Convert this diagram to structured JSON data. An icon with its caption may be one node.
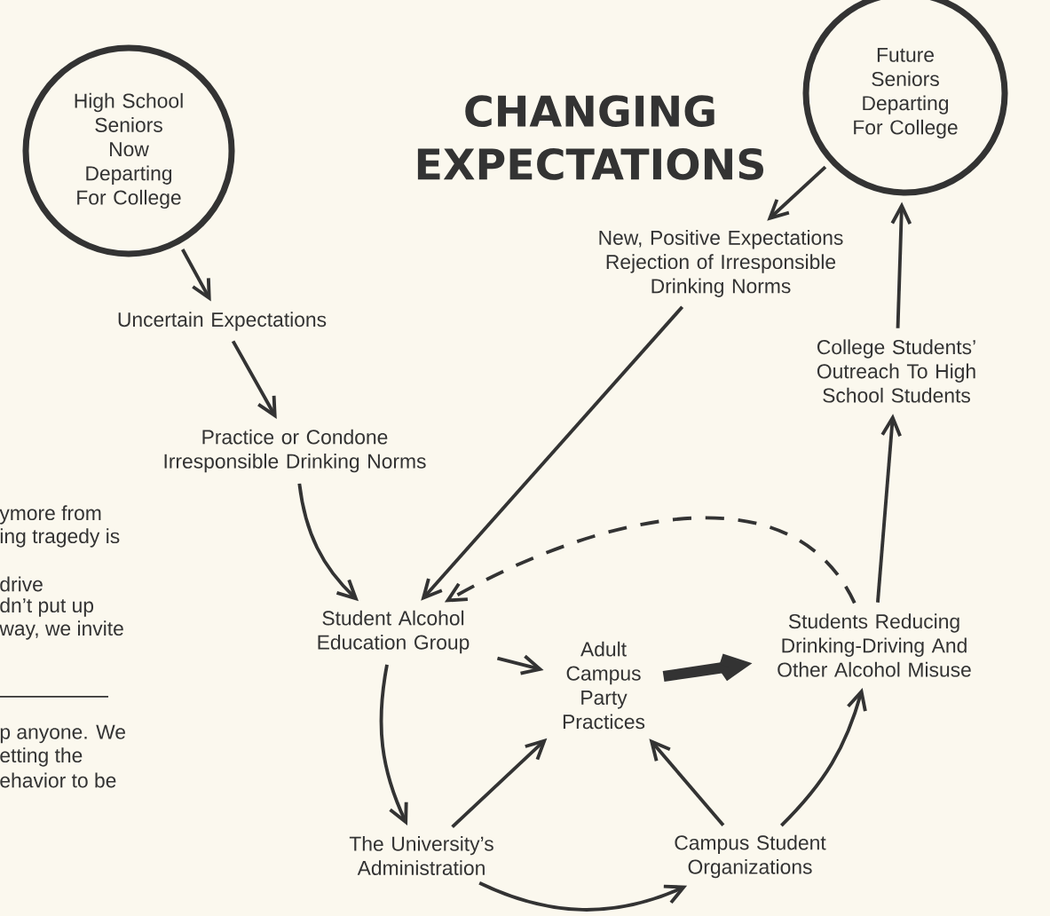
{
  "diagram": {
    "title": "CHANGING EXPECTATIONS",
    "nodes": [
      {
        "text": [
          "High School Seniors Now Departing For College"
        ]
      },
      {
        "text": [
          "Future Seniors Departing For College"
        ]
      },
      {
        "text": [
          "Uncertain Expectations"
        ]
      },
      {
        "text": [
          "Practice or Condone Irresponsible Drinking Norms"
        ]
      },
      {
        "text": [
          "Student Alcohol Education Group"
        ]
      },
      {
        "text": [
          "Adult Campus Party Practices"
        ]
      },
      {
        "text": [
          "Students Reducing Drinking-Driving And Other Alcohol Misuse"
        ]
      },
      {
        "text": [
          "The University’s Administration"
        ]
      },
      {
        "text": [
          "Campus Student Organizations"
        ]
      },
      {
        "text": [
          "New, Positive Expectations Rejection of Irresponsible Drinking Norms"
        ]
      },
      {
        "text": [
          "College Students’ Outreach To High School Students"
        ]
      }
    ],
    "edges": [
      {
        "from": 0,
        "to": 2,
        "arrow": "to"
      },
      {
        "from": 2,
        "to": 3,
        "arrow": "to"
      },
      {
        "from": 3,
        "to": 4,
        "arrow": "to"
      },
      {
        "from": 9,
        "to": 4,
        "arrow": "to"
      },
      {
        "from": 6,
        "to": 4,
        "arrow": "to",
        "style": "dashed"
      },
      {
        "from": 4,
        "to": 5,
        "arrow": "to"
      },
      {
        "from": 4,
        "to": 7,
        "arrow": "to"
      },
      {
        "from": 7,
        "to": 5,
        "arrow": "to"
      },
      {
        "from": 7,
        "to": 8,
        "arrow": "to"
      },
      {
        "from": 8,
        "to": 5,
        "arrow": "to"
      },
      {
        "from": 8,
        "to": 6,
        "arrow": "to"
      },
      {
        "from": 5,
        "to": 6,
        "arrow": "to",
        "style": "thick"
      },
      {
        "from": 6,
        "to": 10,
        "arrow": "to"
      },
      {
        "from": 10,
        "to": 1,
        "arrow": "to"
      },
      {
        "from": 1,
        "to": 9,
        "arrow": "to"
      }
    ],
    "labels": [
      "ymore from",
      "ing tragedy is",
      "drive",
      "dn’t put up",
      "way, we invite",
      "p anyone. We",
      "etting the",
      "ehavior to be"
    ]
  }
}
